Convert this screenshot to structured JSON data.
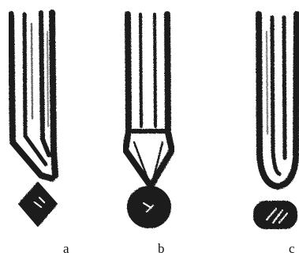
{
  "figure": {
    "panels": [
      {
        "label": "a"
      },
      {
        "label": "b"
      },
      {
        "label": "c"
      }
    ],
    "colors": {
      "ink": "#1a1a1a",
      "paper": "#ffffff"
    }
  }
}
